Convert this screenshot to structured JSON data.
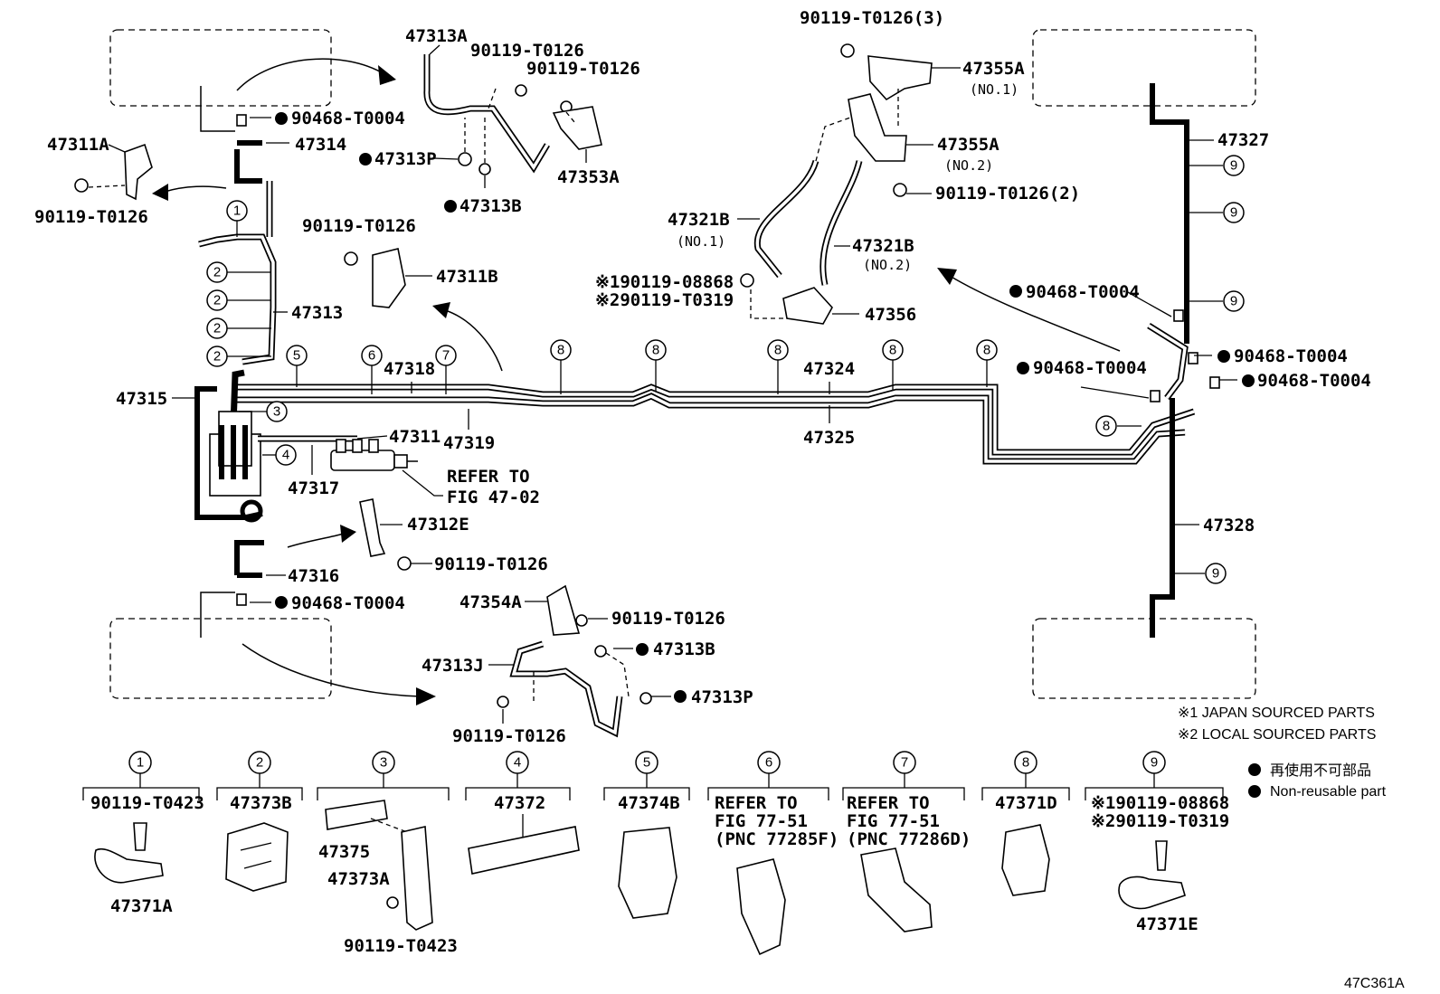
{
  "diagram_code": "47C361A",
  "labels": {
    "p47313A": "47313A",
    "p90119_T0126_a": "90119-T0126",
    "p90119_T0126_b": "90119-T0126",
    "p47313P_top": "47313P",
    "p47313B_top": "47313B",
    "p47353A": "47353A",
    "p47311A": "47311A",
    "p90119_T0126_c": "90119-T0126",
    "p90468_T0004_a": "90468-T0004",
    "p47314": "47314",
    "p47313": "47313",
    "p47315": "47315",
    "p90119_T0126_d": "90119-T0126",
    "p47311B": "47311B",
    "p47318": "47318",
    "p47319": "47319",
    "p47311": "47311",
    "p47317": "47317",
    "refer_fig_47_02_l1": "REFER TO",
    "refer_fig_47_02_l2": "FIG 47-02",
    "p47312E": "47312E",
    "p90119_T0126_e": "90119-T0126",
    "p47316": "47316",
    "p90468_T0004_b": "90468-T0004",
    "p47354A": "47354A",
    "p90119_T0126_f": "90119-T0126",
    "p47313B_bot": "47313B",
    "p47313J": "47313J",
    "p47313P_bot": "47313P",
    "p90119_T0126_g": "90119-T0126",
    "p90119_T0126_3": "90119-T0126(3)",
    "p47355A_1": "47355A",
    "no1_a": "(NO.1)",
    "p47355A_2": "47355A",
    "no2_a": "(NO.2)",
    "p90119_T0126_2": "90119-T0126(2)",
    "p47321B_1": "47321B",
    "no1_b": "(NO.1)",
    "p47321B_2": "47321B",
    "no2_b": "(NO.2)",
    "p190119_08868": "※190119-08868",
    "p290119_T0319": "※290119-T0319",
    "p47356": "47356",
    "p47324": "47324",
    "p47325": "47325",
    "p47327": "47327",
    "p90468_T0004_c": "90468-T0004",
    "p90468_T0004_d": "90468-T0004",
    "p90468_T0004_e": "90468-T0004",
    "p90468_T0004_f": "90468-T0004",
    "p47328": "47328"
  },
  "callout_numbers": [
    "1",
    "2",
    "3",
    "4",
    "5",
    "6",
    "7",
    "8",
    "9"
  ],
  "legend": {
    "japan": "※1 JAPAN SOURCED PARTS",
    "local": "※2 LOCAL SOURCED PARTS",
    "non_reusable_jp": "再使用不可部品",
    "non_reusable_en": "Non-reusable part"
  },
  "bottom_parts": [
    {
      "num": "1",
      "lines": [
        "90119-T0423"
      ],
      "name": "47371A"
    },
    {
      "num": "2",
      "lines": [
        "47373B"
      ],
      "name": ""
    },
    {
      "num": "3",
      "lines": [
        "47375",
        "47373A",
        "90119-T0423"
      ],
      "name": ""
    },
    {
      "num": "4",
      "lines": [
        "47372"
      ],
      "name": ""
    },
    {
      "num": "5",
      "lines": [
        "47374B"
      ],
      "name": ""
    },
    {
      "num": "6",
      "lines": [
        "REFER TO",
        "FIG 77-51",
        "(PNC 77285F)"
      ],
      "name": ""
    },
    {
      "num": "7",
      "lines": [
        "REFER TO",
        "FIG 77-51",
        "(PNC 77286D)"
      ],
      "name": ""
    },
    {
      "num": "8",
      "lines": [
        "47371D"
      ],
      "name": ""
    },
    {
      "num": "9",
      "lines": [
        "※190119-08868",
        "※290119-T0319"
      ],
      "name": "47371E"
    }
  ]
}
